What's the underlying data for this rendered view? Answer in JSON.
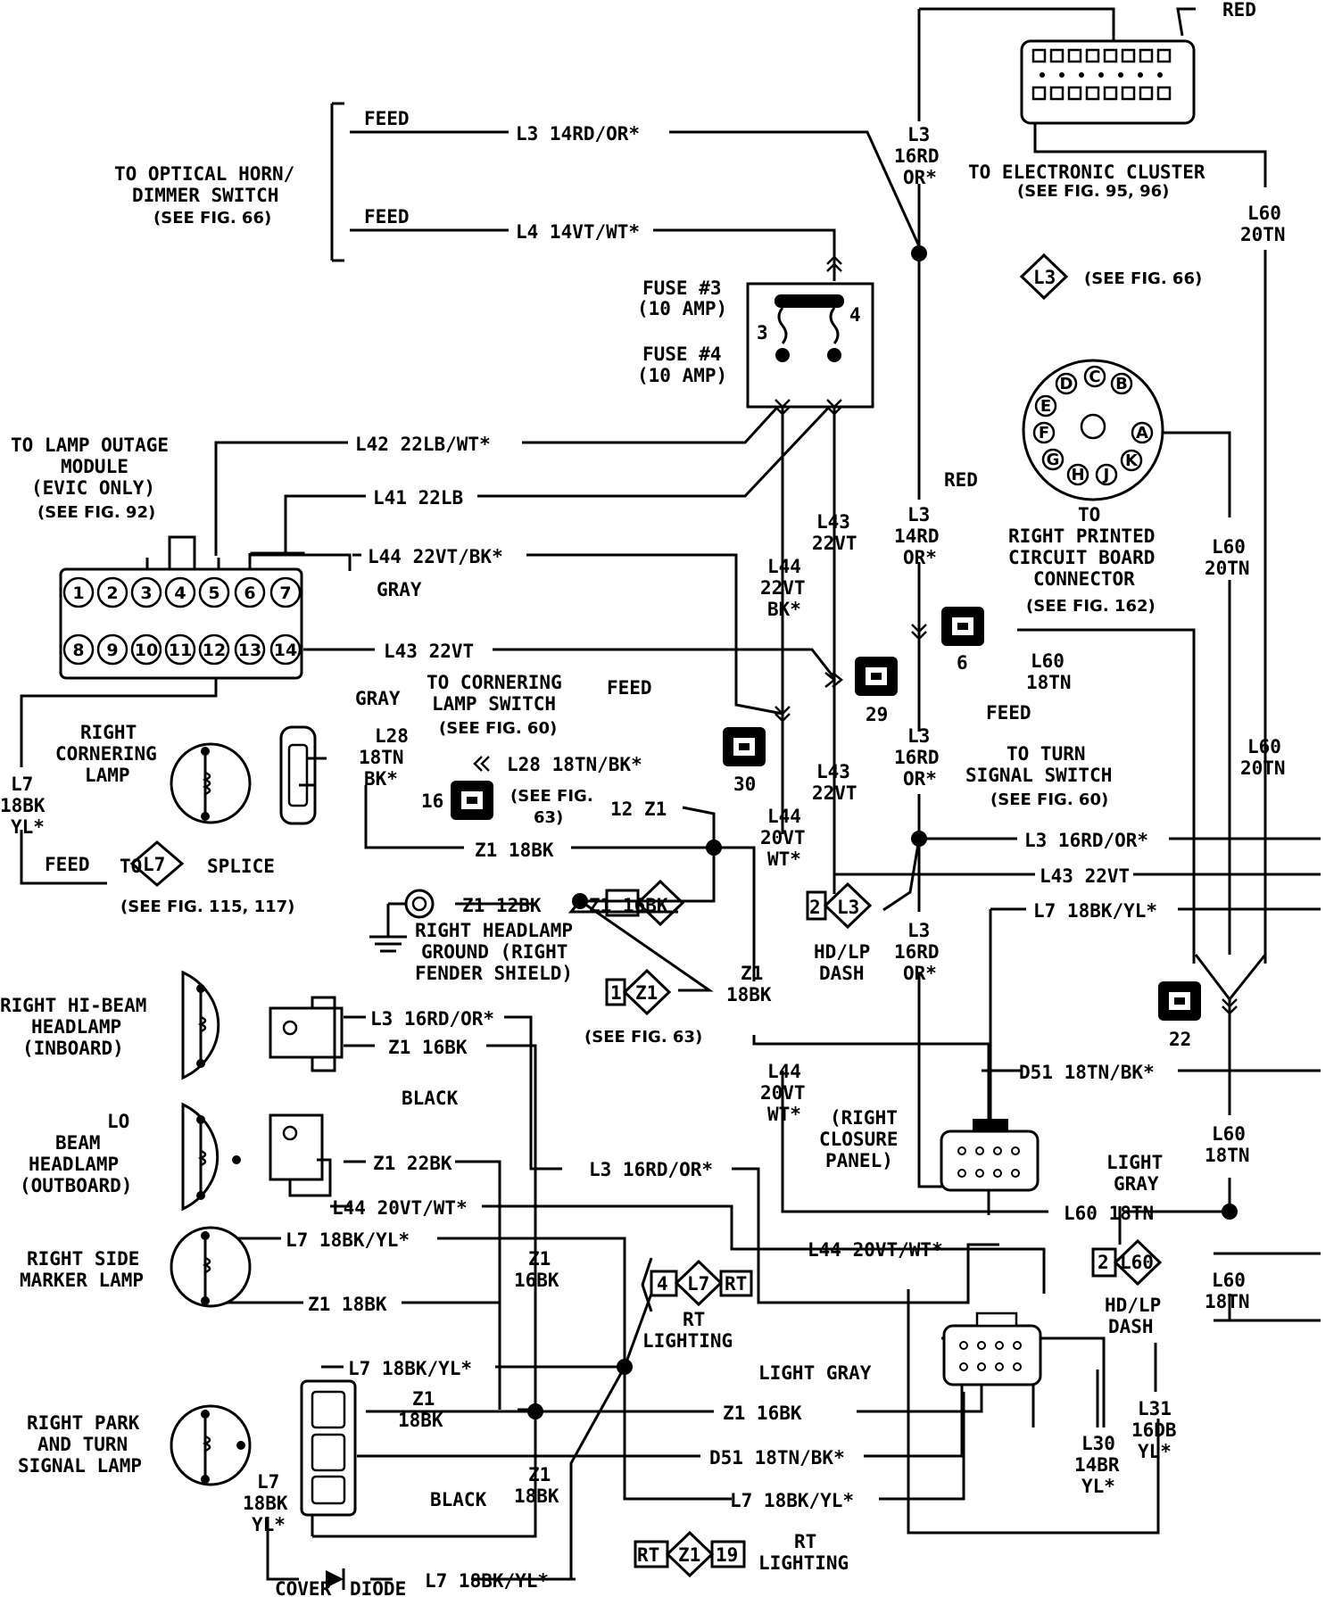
{
  "labels": {
    "feed": "FEED",
    "horn_dest": [
      "TO OPTICAL HORN/",
      "DIMMER SWITCH"
    ],
    "fig66": "(SEE FIG. 66)",
    "w_l3_14rdor": "L3 14RD/OR*",
    "w_l4": "L4 14VT/WT*",
    "fuse3": [
      "FUSE #3",
      "(10 AMP)"
    ],
    "fuse4": [
      "FUSE #4",
      "(10 AMP)"
    ],
    "fuse_pin3": "3",
    "fuse_pin4": "4",
    "red": "RED",
    "cluster_dest": "TO ELECTRONIC CLUSTER",
    "fig95": "(SEE FIG. 95, 96)",
    "l3_16rd_or_stack": [
      "L3",
      "16RD",
      "OR*"
    ],
    "l60_20tn_stack": [
      "L60",
      "20TN"
    ],
    "l3_splice_ref": "L3",
    "fig66b": "(SEE FIG. 66)",
    "lom_dest": [
      "TO LAMP OUTAGE",
      "MODULE",
      "(EVIC ONLY)"
    ],
    "fig92": "(SEE FIG. 92)",
    "w_l42": "L42 22LB/WT*",
    "w_l41": "L41 22LB",
    "w_l44_22vtbk": "L44 22VT/BK*",
    "gray": "GRAY",
    "w_l43_22vt": "L43 22VT",
    "lom_pins_top": [
      "1",
      "2",
      "3",
      "4",
      "5",
      "6",
      "7"
    ],
    "lom_pins_bot": [
      "8",
      "9",
      "10",
      "11",
      "12",
      "13",
      "14"
    ],
    "l43_stack": [
      "L43",
      "22VT"
    ],
    "l44_22vt_bk_stack": [
      "L44",
      "22VT",
      "BK*"
    ],
    "l3_14rd_or_stack": [
      "L3",
      "14RD",
      "OR*"
    ],
    "pcb_pins": [
      "A",
      "B",
      "C",
      "D",
      "E",
      "F",
      "G",
      "H",
      "J",
      "K"
    ],
    "pcb_dest": [
      "TO",
      "RIGHT PRINTED",
      "CIRCUIT BOARD",
      "CONNECTOR"
    ],
    "fig162": "(SEE FIG. 162)",
    "conn6": "6",
    "conn29": "29",
    "conn30": "30",
    "conn16": "16",
    "conn22": "22",
    "l60_18tn_stack": [
      "L60",
      "18TN"
    ],
    "turn_dest": [
      "TO TURN",
      "SIGNAL SWITCH"
    ],
    "fig60": "(SEE FIG. 60)",
    "corner_dest": [
      "TO CORNERING",
      "LAMP SWITCH"
    ],
    "fig60b": "(SEE FIG. 60)",
    "l28_stack": [
      "L28",
      "18TN",
      "BK*"
    ],
    "w_l28": "L28 18TN/BK*",
    "right_cornering": [
      "RIGHT",
      "CORNERING",
      "LAMP"
    ],
    "l7_stack": [
      "L7",
      "18BK",
      "YL*"
    ],
    "fig63": [
      "(SEE FIG.",
      "63)"
    ],
    "z1_ref": "Z1",
    "z1_ref_pin12": "12",
    "z1_ref_pin1": "1",
    "w_z1_18bk": "Z1 18BK",
    "l44_20vt_wt_stack": [
      "L44",
      "20VT",
      "WT*"
    ],
    "l43_22vt_stack2": [
      "L43",
      "22VT"
    ],
    "w_l3_16rdor": "L3 16RD/OR*",
    "w_l43_22vt_b": "L43 22VT",
    "w_l7_18bkyl": "L7 18BK/YL*",
    "l7_splice": [
      "TO",
      "SPLICE"
    ],
    "l7_ref": "L7",
    "fig115": "(SEE FIG. 115, 117)",
    "w_z1_12bk": "Z1 12BK",
    "w_z1_16bk": "Z1 16BK",
    "ground_label": [
      "RIGHT HEADLAMP",
      "GROUND (RIGHT",
      "FENDER SHIELD)"
    ],
    "hdlp_dash": [
      "HD/LP",
      "DASH"
    ],
    "l3_ref2": "L3",
    "l3_ref2_pin": "2",
    "z1_18bk_stack": [
      "Z1",
      "18BK"
    ],
    "fig63b": "(SEE FIG. 63)",
    "hi_beam": [
      "RIGHT HI-BEAM",
      "HEADLAMP",
      "(INBOARD)"
    ],
    "lo_beam": [
      "LO",
      "BEAM",
      "HEADLAMP",
      "(OUTBOARD)"
    ],
    "w_l3_16rdor_b": "L3 16RD/OR*",
    "w_z1_16bk_b": "Z1 16BK",
    "black": "BLACK",
    "w_z1_22bk": "Z1 22BK",
    "w_l3_16rdor_c": "L3 16RD/OR*",
    "w_l44_20vtwt": "L44 20VT/WT*",
    "w_d51": "D51 18TN/BK*",
    "closure": [
      "(RIGHT",
      "CLOSURE",
      "PANEL)"
    ],
    "light_gray": [
      "LIGHT",
      "GRAY"
    ],
    "w_l60_18tn": "L60 18TN",
    "l60_ref": "L60",
    "l60_ref_pin": "2",
    "side_marker": [
      "RIGHT SIDE",
      "MARKER LAMP"
    ],
    "w_l7_18bkyl_b": "L7 18BK/YL*",
    "w_z1_18bk_b": "Z1 18BK",
    "w_l44_20vtwt_b": "L44 20VT/WT*",
    "z1_16bk_stack": [
      "Z1",
      "16BK"
    ],
    "l7_ref_lighting": "L7",
    "l7_ref_pin4": "4",
    "l7_ref_rt": "RT",
    "rt_lighting": [
      "RT",
      "LIGHTING"
    ],
    "light_gray_single": "LIGHT GRAY",
    "park_turn": [
      "RIGHT PARK",
      "AND TURN",
      "SIGNAL LAMP"
    ],
    "w_l7_18bkyl_c": "L7 18BK/YL*",
    "z1_18bk_stack2": [
      "Z1",
      "18BK"
    ],
    "w_z1_16bk_c": "Z1 16BK",
    "w_d51_b": "D51 18TN/BK*",
    "black_b": "BLACK",
    "w_l7_18bkyl_d": "L7 18BK/YL*",
    "l30_stack": [
      "L30",
      "14BR",
      "YL*"
    ],
    "l31_stack": [
      "L31",
      "16DB",
      "YL*"
    ],
    "w_l7_18bkyl_e": "L7 18BK/YL*",
    "z1_rt": "RT",
    "z1_ref3": "Z1",
    "z1_pin19": "19",
    "rt_lighting_b": [
      "RT",
      "LIGHTING"
    ],
    "cover": "COVER",
    "diode": "DIODE"
  }
}
